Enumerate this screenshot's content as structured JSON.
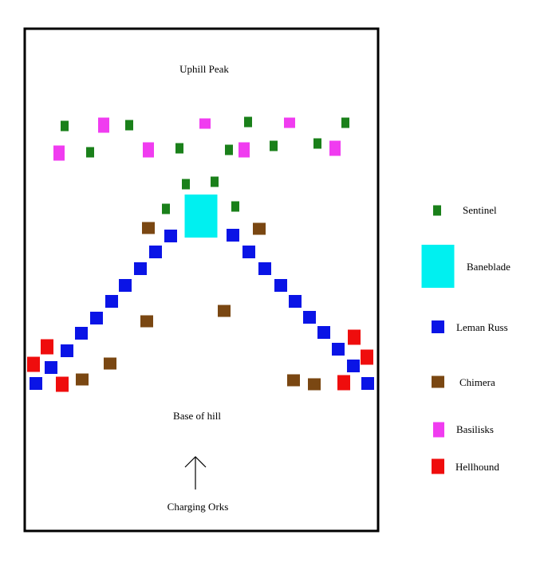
{
  "labels": {
    "top": "Uphill Peak",
    "base": "Base of hill",
    "attack": "Charging Orks"
  },
  "unit_types": {
    "sentinel": {
      "name": "Sentinel",
      "color": "#1a801a"
    },
    "baneblade": {
      "name": "Baneblade",
      "color": "#00f0f0"
    },
    "leman_russ": {
      "name": "Leman Russ",
      "color": "#0a14e6"
    },
    "chimera": {
      "name": "Chimera",
      "color": "#7a4712"
    },
    "basilisk": {
      "name": "Basilisks",
      "color": "#f03cf0"
    },
    "hellhound": {
      "name": "Hellhound",
      "color": "#ef0d0d"
    }
  },
  "legend_order": [
    "sentinel",
    "baneblade",
    "leman_russ",
    "chimera",
    "basilisk",
    "hellhound"
  ]
}
